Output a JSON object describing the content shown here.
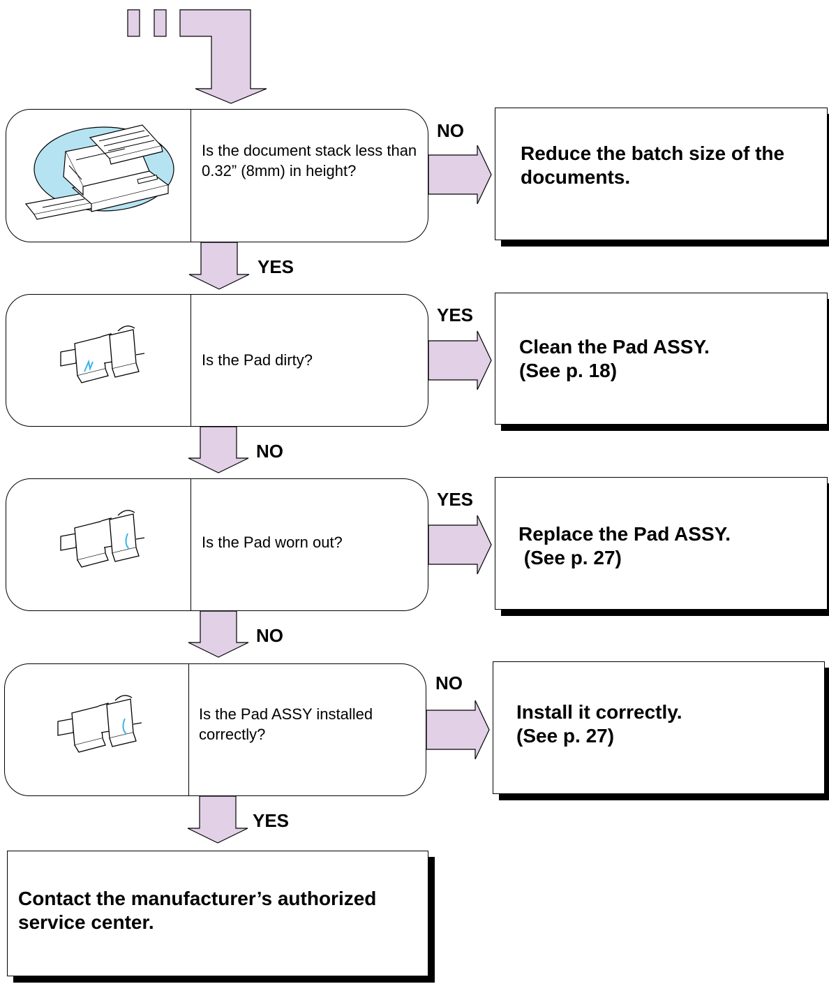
{
  "colors": {
    "arrow_fill": "#e1d0e6",
    "scanner_ellipse": "#b6e3f2",
    "pad_mark": "#3cb4e6",
    "line": "#000000",
    "shadow": "#000000"
  },
  "questions": [
    {
      "icon": "scanner-icon",
      "text": "Is the document stack less than 0.32” (8mm) in height?"
    },
    {
      "icon": "pad-assy-dirty-icon",
      "text": "Is the Pad dirty?"
    },
    {
      "icon": "pad-assy-worn-icon",
      "text": "Is the Pad worn out?"
    },
    {
      "icon": "pad-assy-installed-icon",
      "text": "Is the Pad ASSY installed correctly?"
    }
  ],
  "side_labels": [
    "NO",
    "YES",
    "YES",
    "NO"
  ],
  "down_labels": [
    "YES",
    "NO",
    "NO",
    "YES"
  ],
  "actions": [
    "Reduce the batch size of the\ndocuments.",
    "Clean the Pad ASSY.\n(See p. 18)",
    "Replace the Pad ASSY.\n (See p. 27)",
    "Install it correctly.\n(See p. 27)"
  ],
  "final_action": "Contact the manufacturer’s authorized\nservice center."
}
